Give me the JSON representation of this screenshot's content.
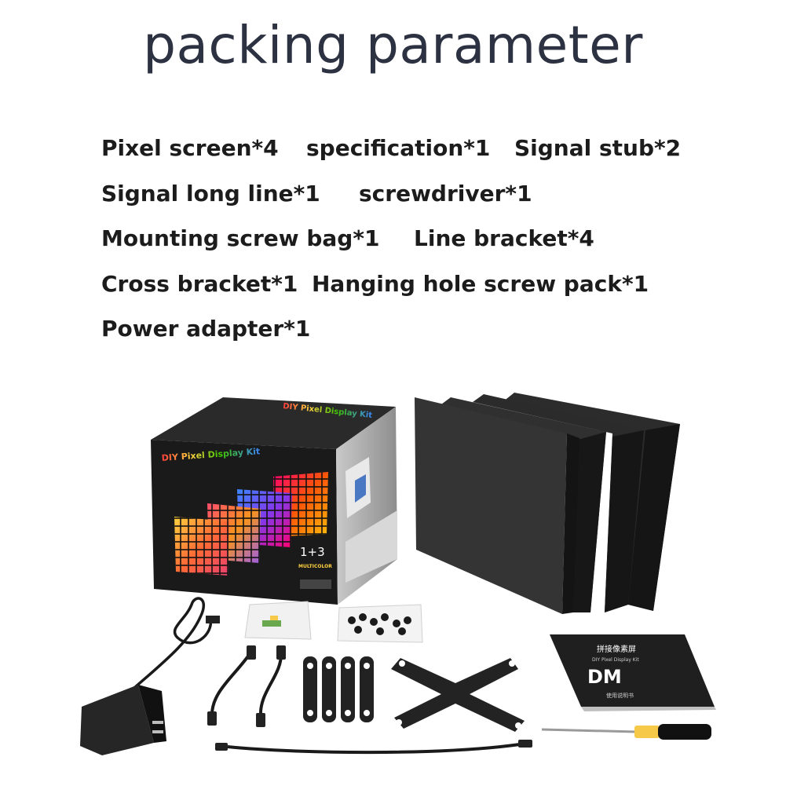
{
  "title": "packing parameter",
  "items": [
    "Pixel screen*4",
    "specification*1",
    "Signal stub*2",
    "Signal long line*1",
    "screwdriver*1",
    "Mounting screw bag*1",
    "Line bracket*4",
    "Cross bracket*1",
    "Hanging hole screw pack*1",
    "Power adapter*1"
  ],
  "product_photo": {
    "box_top_text": "DIY Pixel Display Kit",
    "box_front_text": "DIY Pixel Display Kit",
    "box_badge": "1+3",
    "box_badge_sub": "MULTICOLOR",
    "manual_title_cn": "拼接像素屏",
    "manual_subtitle": "DIY Pixel Display Kit",
    "manual_logo": "DM",
    "manual_footer_cn": "使用说明书",
    "colors": {
      "panel": "#2b2b2b",
      "panel_dark": "#151515",
      "box": "#1e1e1e",
      "accent_yellow": "#f7c948"
    }
  }
}
